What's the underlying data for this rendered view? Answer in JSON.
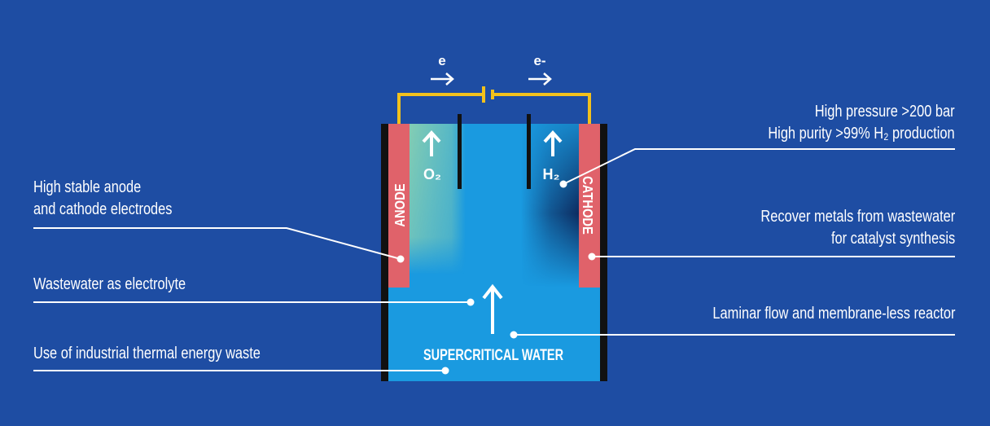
{
  "labels": {
    "left": {
      "electrodes": [
        "High stable anode",
        "and cathode electrodes"
      ],
      "electrolyte": "Wastewater as electrolyte",
      "thermal": "Use of industrial thermal energy waste"
    },
    "right": {
      "pressure": "High pressure >200 bar",
      "purity": "High purity >99% H₂ production",
      "metals": [
        "Recover metals from wastewater",
        "for catalyst synthesis"
      ],
      "flow": "Laminar flow and membrane-less reactor"
    }
  },
  "reactor": {
    "anode": "ANODE",
    "cathode": "CATHODE",
    "water": "SUPERCRITICAL WATER",
    "o2": "O₂",
    "h2": "H₂",
    "electron_left": "e",
    "electron_right": "e-"
  },
  "colors": {
    "background": "#1e4da3",
    "water": "#1a9ae0",
    "electrode": "#e0626a",
    "wire": "#f2c11c",
    "wall": "#111111",
    "o2_glow": "#8ad0b0",
    "h2_glow": "#0d2a5e"
  }
}
